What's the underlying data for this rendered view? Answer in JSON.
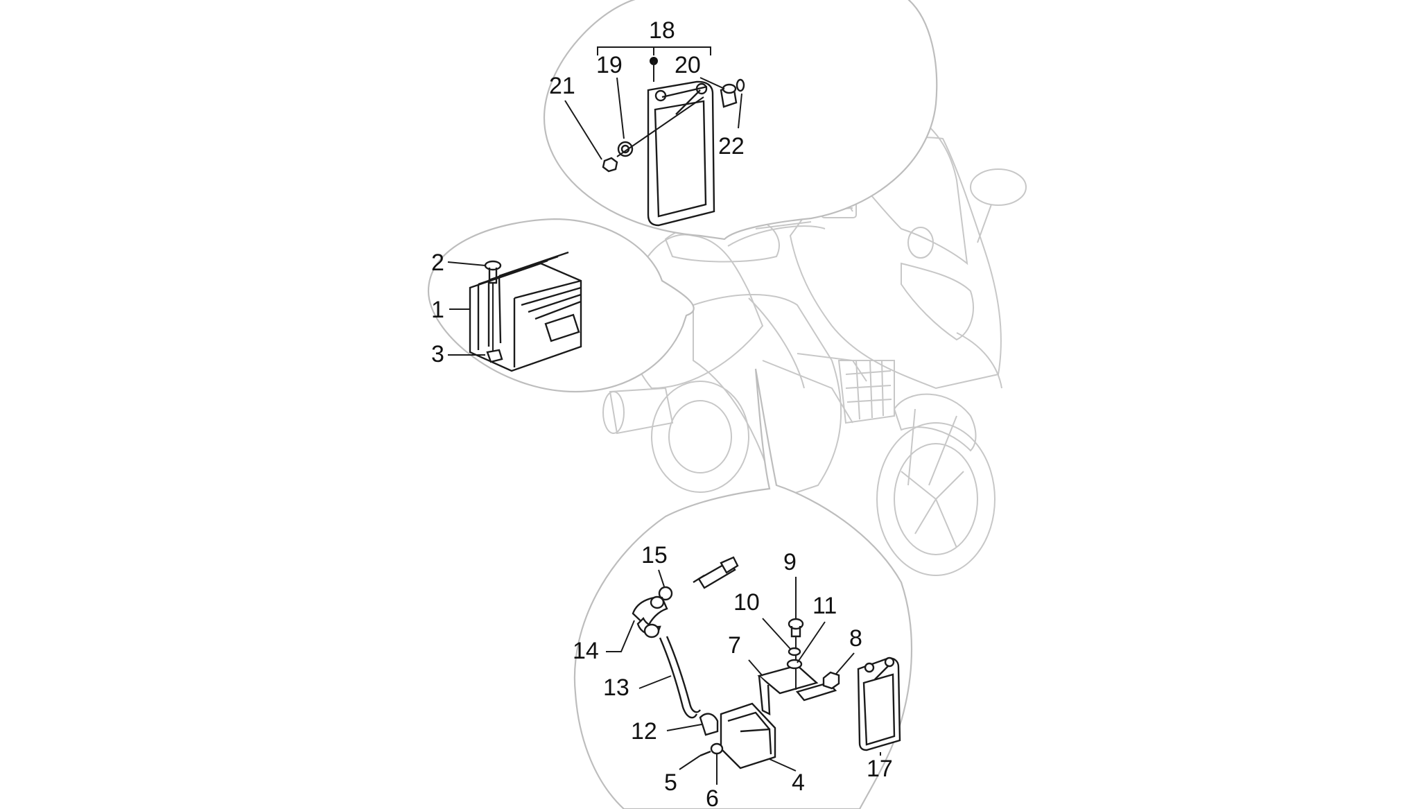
{
  "callouts": {
    "c1": "1",
    "c2": "2",
    "c3": "3",
    "c4": "4",
    "c5": "5",
    "c6": "6",
    "c7": "7",
    "c8": "8",
    "c9": "9",
    "c10": "10",
    "c11": "11",
    "c12": "12",
    "c13": "13",
    "c14": "14",
    "c15": "15",
    "c17": "17",
    "c18": "18",
    "c19": "19",
    "c20": "20",
    "c21": "21",
    "c22": "22"
  }
}
